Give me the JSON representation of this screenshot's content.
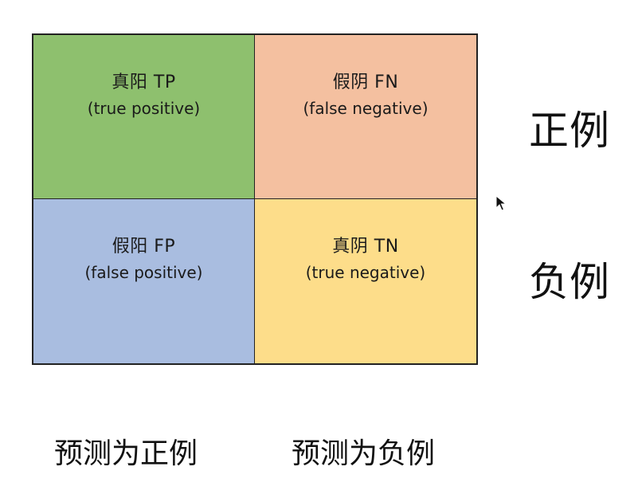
{
  "matrix": {
    "tp": {
      "title": "真阳 TP",
      "subtitle": "(true positive)",
      "color": "#8ec06e"
    },
    "fn": {
      "title": "假阴 FN",
      "subtitle": "(false negative)",
      "color": "#f4c0a0"
    },
    "fp": {
      "title": "假阳 FP",
      "subtitle": "(false positive)",
      "color": "#a9bde0"
    },
    "tn": {
      "title": "真阴 TN",
      "subtitle": "(true negative)",
      "color": "#fddd8a"
    }
  },
  "rows": {
    "positive": "正例",
    "negative": "负例"
  },
  "columns": {
    "predicted_positive": "预测为正例",
    "predicted_negative": "预测为负例"
  },
  "cursor_icon": "arrow-cursor-icon"
}
